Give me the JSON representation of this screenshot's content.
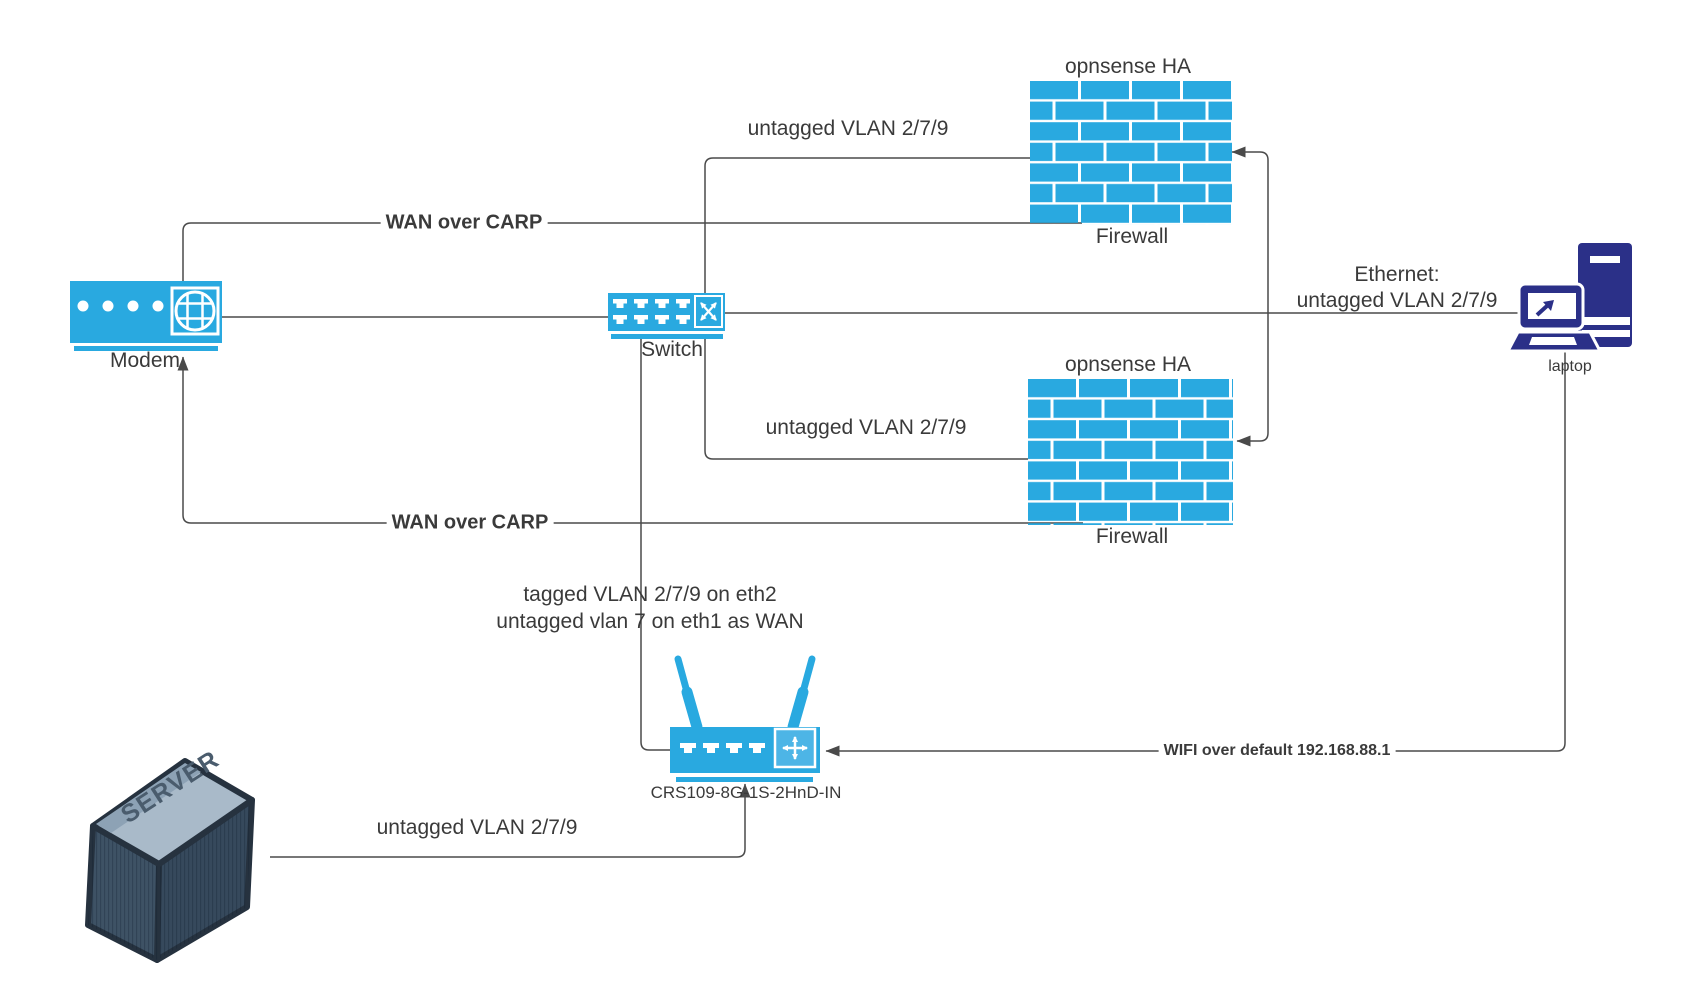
{
  "diagram": {
    "nodes": {
      "modem": {
        "label": "Modem"
      },
      "switch": {
        "label": "Switch"
      },
      "firewall_top": {
        "title": "opnsense HA",
        "label": "Firewall"
      },
      "firewall_bottom": {
        "title": "opnsense HA",
        "label": "Firewall"
      },
      "router": {
        "label": "CRS109-8G-1S-2HnD-IN"
      },
      "laptop": {
        "label": "laptop"
      },
      "server": {
        "face_text": "SERVER"
      }
    },
    "edges": {
      "wan_carp_top": {
        "label": "WAN over CARP"
      },
      "wan_carp_bottom": {
        "label": "WAN over CARP"
      },
      "untagged_top": {
        "label": "untagged VLAN 2/7/9"
      },
      "untagged_bottom": {
        "label": "untagged VLAN 2/7/9"
      },
      "untagged_server": {
        "label": "untagged VLAN 2/7/9"
      },
      "ethernet": {
        "line1": "Ethernet:",
        "line2": "untagged VLAN 2/7/9"
      },
      "trunk": {
        "line1": "tagged VLAN 2/7/9 on eth2",
        "line2": "untagged vlan 7 on eth1 as WAN"
      },
      "wifi": {
        "label": "WIFI over default 192.168.88.1"
      }
    },
    "colors": {
      "azure": "#29a9e0",
      "navy": "#2b3088",
      "connector": "#4a4a4a",
      "label_text": "#3a3a3a",
      "server_top": "#a9bac9",
      "server_front": "#3e5265",
      "server_side": "#36495c"
    }
  }
}
